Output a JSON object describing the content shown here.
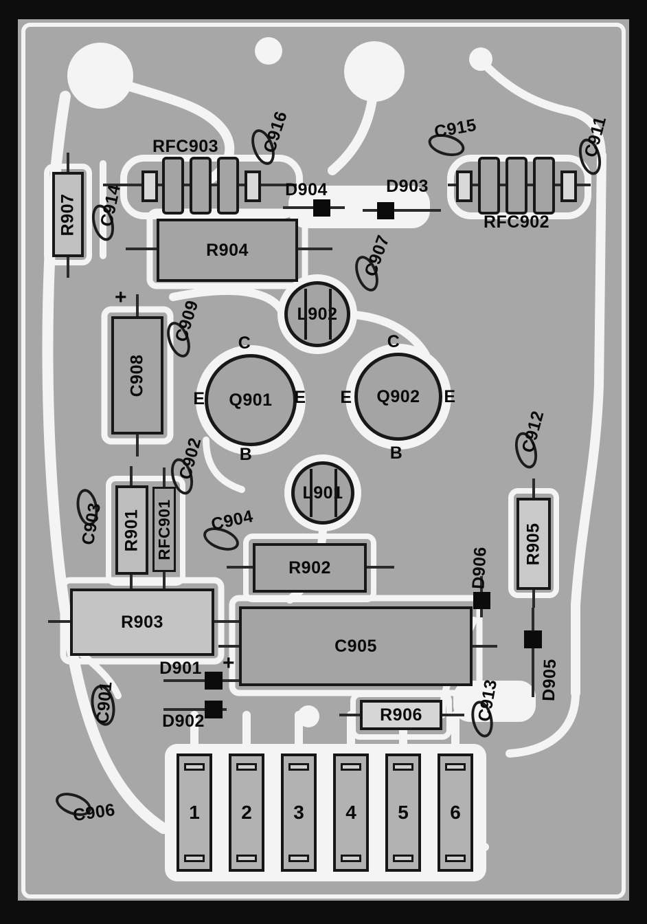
{
  "title": "PCB component layout diagram",
  "colors": {
    "board": "#a7a7a7",
    "trace": "#f4f4f4",
    "ink": "#0a0a0a",
    "frame": "#0d0d0d"
  },
  "labels": {
    "rfc903": "RFC903",
    "c916": "C916",
    "c915": "C915",
    "c911": "C911",
    "r907": "R907",
    "c914": "C914",
    "d904": "D904",
    "d903": "D903",
    "rfc902": "RFC902",
    "r904": "R904",
    "c907": "C907",
    "c908": "C908",
    "c909": "C909",
    "l902": "L902",
    "q901": "Q901",
    "q902": "Q902",
    "c912": "C912",
    "c902": "C902",
    "l901": "L901",
    "c903": "C903",
    "r901": "R901",
    "rfc901": "RFC901",
    "c904": "C904",
    "r905": "R905",
    "r902": "R902",
    "d906": "D906",
    "r903": "R903",
    "c905": "C905",
    "d901": "D901",
    "c901": "C901",
    "d902": "D902",
    "r906": "R906",
    "c913": "C913",
    "d905": "D905",
    "c906": "C906",
    "plus": "+",
    "pin_c": "C",
    "pin_e": "E",
    "pin_b": "B"
  },
  "connector": {
    "pins": [
      "1",
      "2",
      "3",
      "4",
      "5",
      "6"
    ]
  }
}
